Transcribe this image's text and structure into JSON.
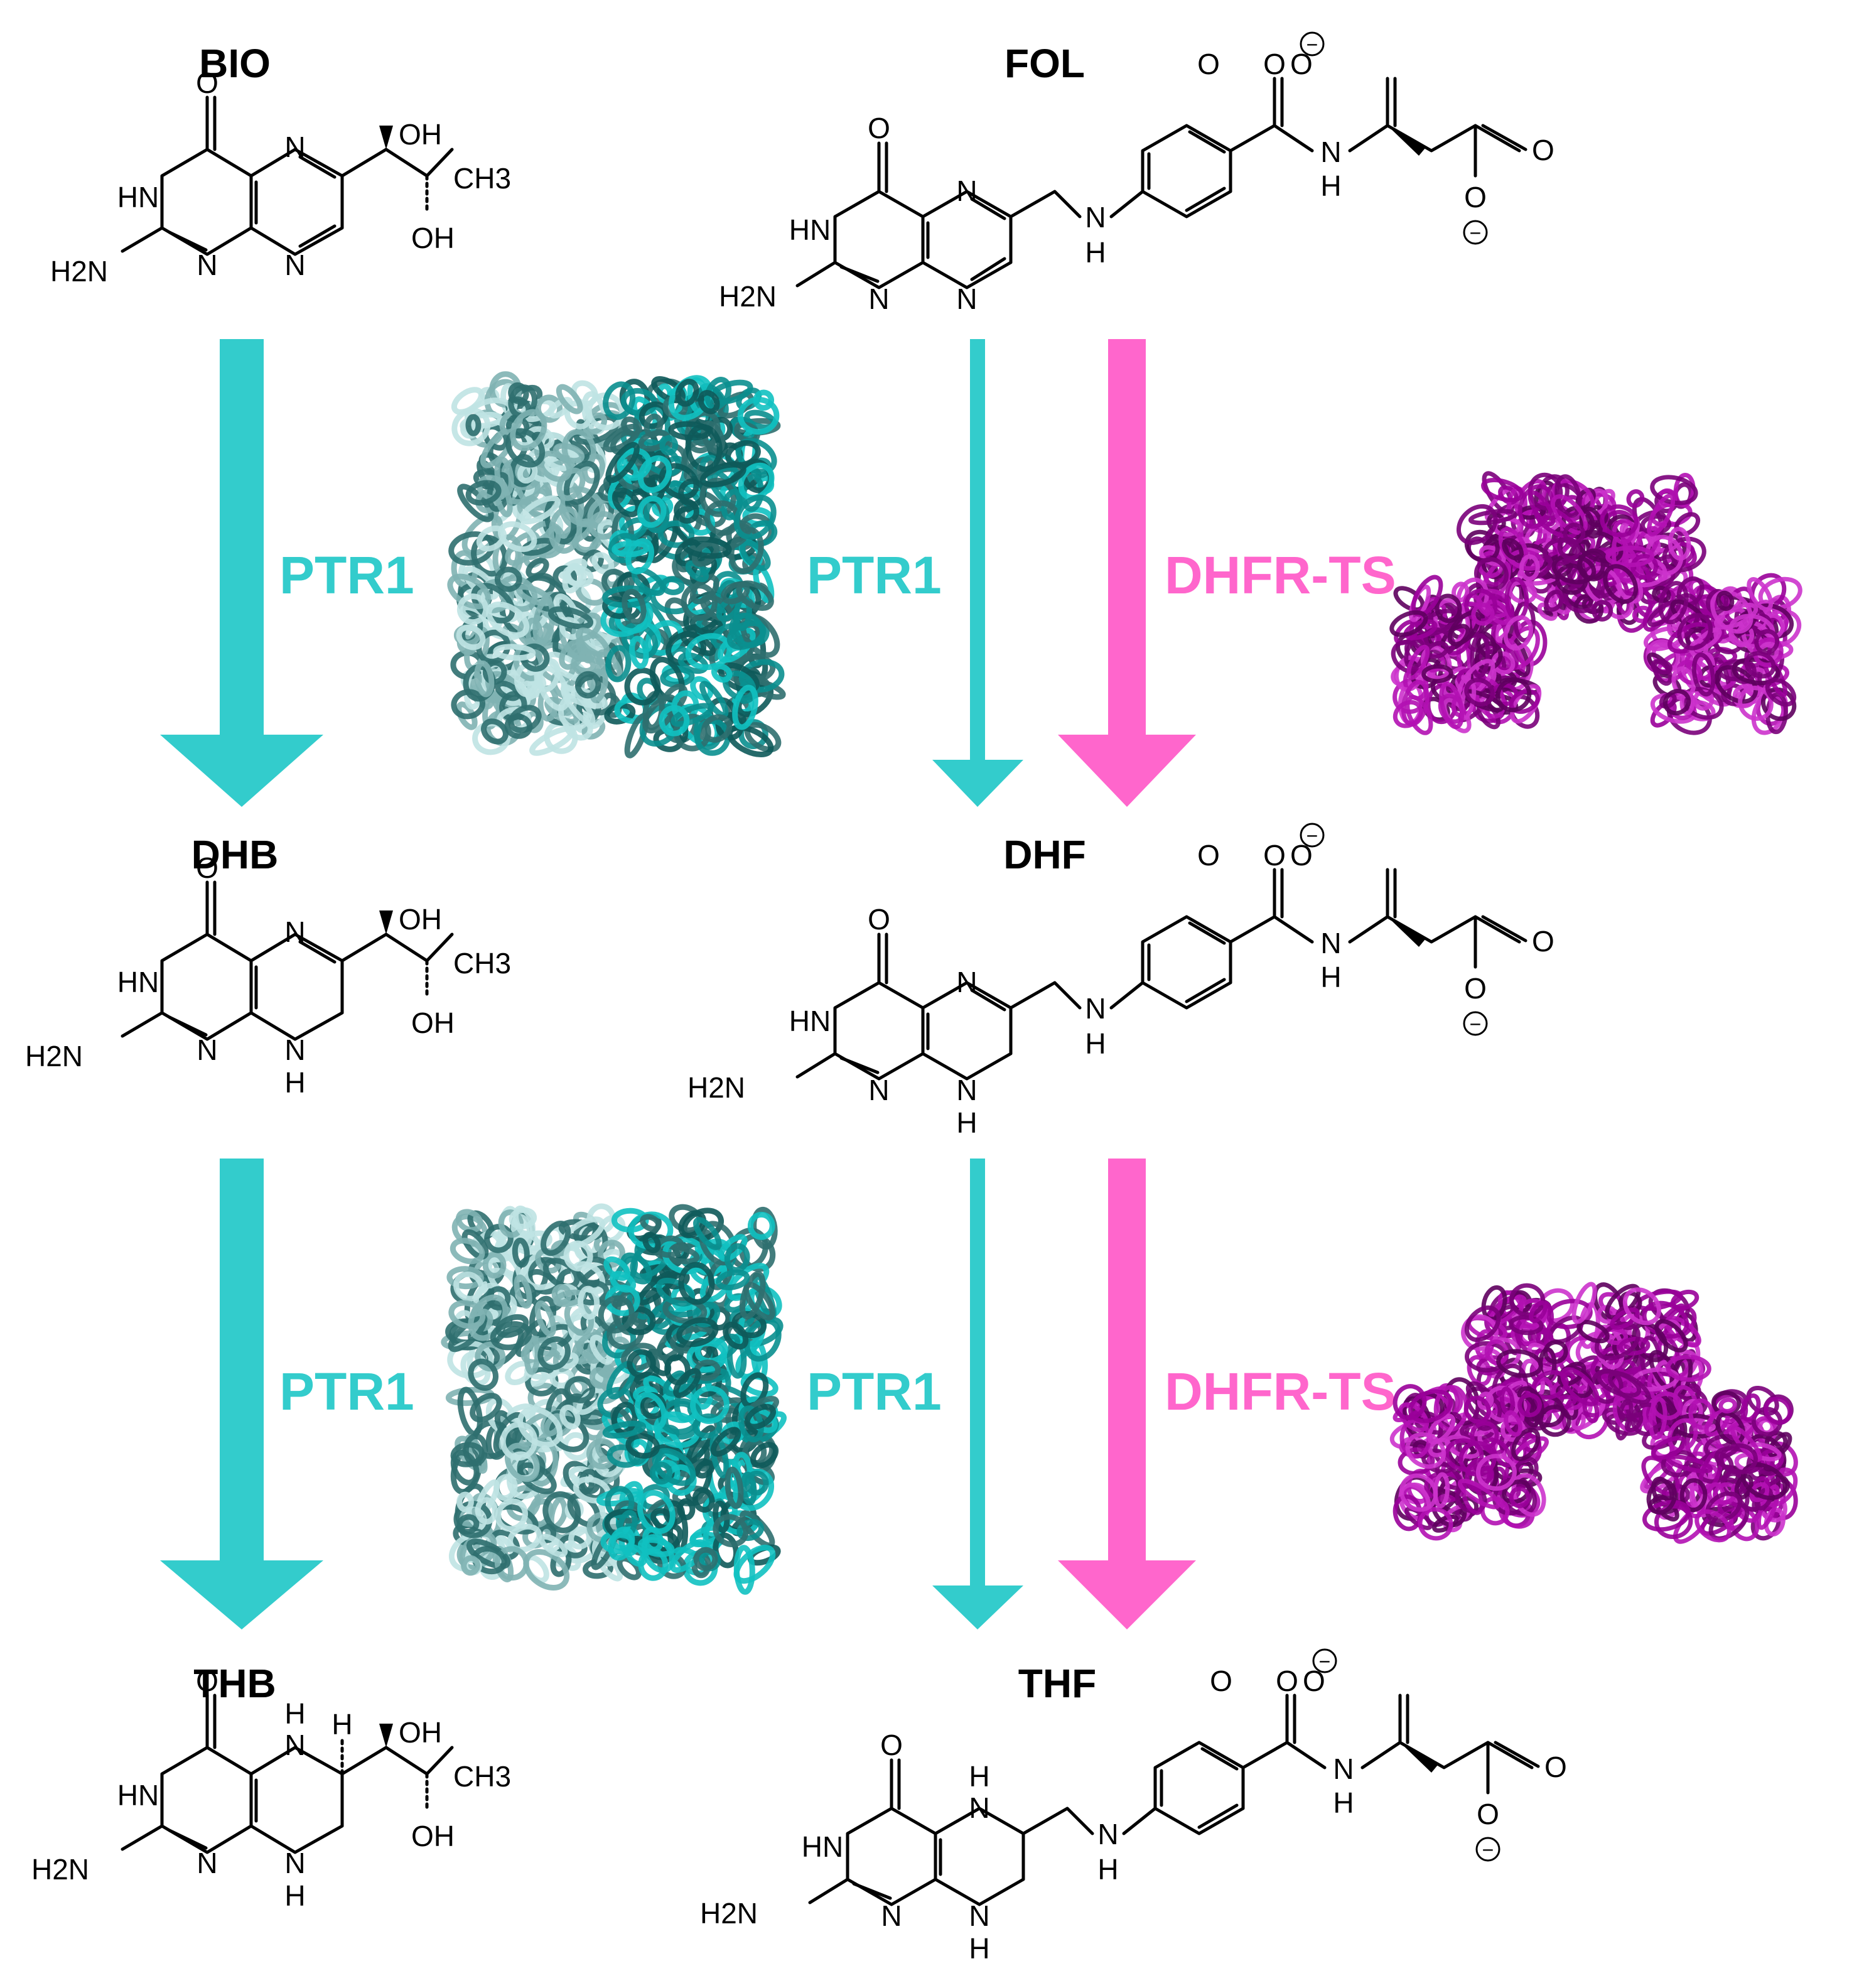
{
  "compounds": {
    "bio": {
      "label": "BIO",
      "oxo": "O",
      "hn": "HN",
      "h2n": "H2N",
      "n": "N",
      "oh_top": "OH",
      "ch3": "CH3",
      "oh_bottom": "OH"
    },
    "fol": {
      "label": "FOL",
      "oxo": "O",
      "hn": "HN",
      "h2n": "H2N",
      "n": "N",
      "amine": "N",
      "amine_h": "H",
      "amide_o": "O",
      "amide_n": "N",
      "amide_h": "H",
      "carboxylate_top": "O",
      "carboxylate_o_minus": "O",
      "carboxylate_side": "O",
      "carboxylate_side_minus": "O",
      "charge": "−"
    },
    "dhb": {
      "label": "DHB",
      "oxo": "O",
      "hn": "HN",
      "h2n": "H2N",
      "n": "N",
      "nh": "H",
      "oh_top": "OH",
      "ch3": "CH3",
      "oh_bottom": "OH"
    },
    "dhf": {
      "label": "DHF",
      "oxo": "O",
      "hn": "HN",
      "h2n": "H2N",
      "n": "N",
      "nh": "H",
      "amine": "N",
      "amine_h": "H",
      "amide_o": "O",
      "amide_n": "N",
      "amide_h": "H",
      "carboxylate_top": "O",
      "carboxylate_o_minus": "O",
      "carboxylate_side": "O",
      "carboxylate_side_minus": "O",
      "charge": "−"
    },
    "thb": {
      "label": "THB",
      "oxo": "O",
      "hn": "HN",
      "h2n": "H2N",
      "n": "N",
      "nh": "H",
      "h": "H",
      "oh_top": "OH",
      "ch3": "CH3",
      "oh_bottom": "OH"
    },
    "thf": {
      "label": "THF",
      "oxo": "O",
      "hn": "HN",
      "h2n": "H2N",
      "n": "N",
      "nh": "H",
      "amine": "N",
      "amine_h": "H",
      "amide_o": "O",
      "amide_n": "N",
      "amide_h": "H",
      "carboxylate_top": "O",
      "carboxylate_o_minus": "O",
      "carboxylate_side": "O",
      "carboxylate_side_minus": "O",
      "charge": "−"
    }
  },
  "enzymes": {
    "ptr1": {
      "label": "PTR1",
      "color": "#33cccc"
    },
    "dhfr_ts": {
      "label": "DHFR-TS",
      "color": "#ff66cc"
    }
  },
  "structures": {
    "ptr1_colors": [
      "#bfe3e3",
      "#7fb3b3",
      "#2f6f6f",
      "#0e5a5a",
      "#0a8f8f",
      "#11c1c1"
    ],
    "dhfr_colors": [
      "#7a007a",
      "#990099",
      "#b311b3",
      "#cc33cc",
      "#5e005e"
    ]
  }
}
